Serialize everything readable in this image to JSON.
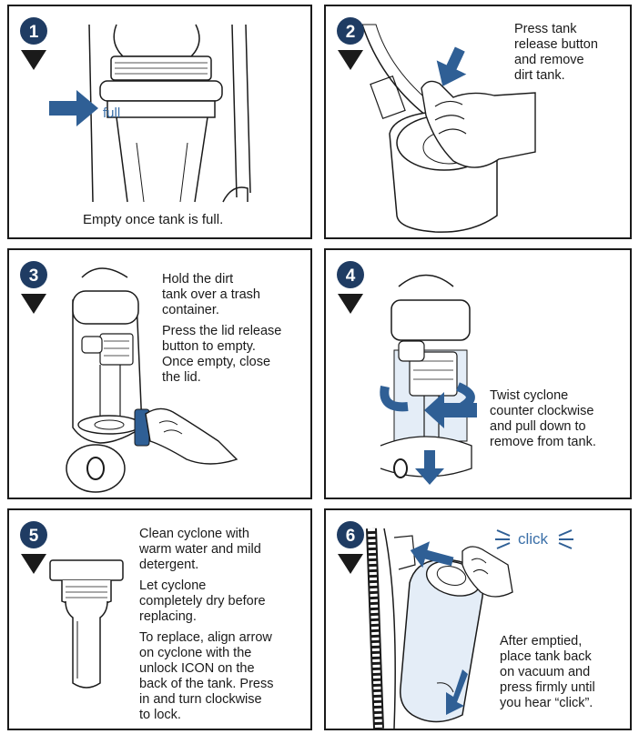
{
  "colors": {
    "accent_blue": "#2f5f95",
    "badge": "#1f3c63",
    "line": "#1a1a1a"
  },
  "panels": [
    {
      "step": "1",
      "lines": [
        "Empty once tank is full."
      ],
      "label": "full"
    },
    {
      "step": "2",
      "lines": [
        "Press tank",
        "release button",
        "and remove",
        "dirt tank."
      ]
    },
    {
      "step": "3",
      "paragraphs": [
        [
          "Hold the dirt",
          "tank over a trash",
          "container."
        ],
        [
          "Press the lid release",
          "button to empty.",
          "Once empty, close",
          "the lid."
        ]
      ]
    },
    {
      "step": "4",
      "lines": [
        "Twist cyclone",
        "counter clockwise",
        "and pull down to",
        "remove from tank."
      ]
    },
    {
      "step": "5",
      "paragraphs": [
        [
          "Clean cyclone with",
          "warm water and mild",
          "detergent."
        ],
        [
          "Let cyclone",
          "completely dry before",
          "replacing."
        ],
        [
          "To replace, align arrow",
          "on cyclone with the",
          "unlock ICON on the",
          "back of the tank. Press",
          "in and turn clockwise",
          "to lock."
        ]
      ]
    },
    {
      "step": "6",
      "lines": [
        "After emptied,",
        "place tank back",
        "on vacuum and",
        "press firmly until",
        "you hear “click”."
      ],
      "sound": "click"
    }
  ]
}
